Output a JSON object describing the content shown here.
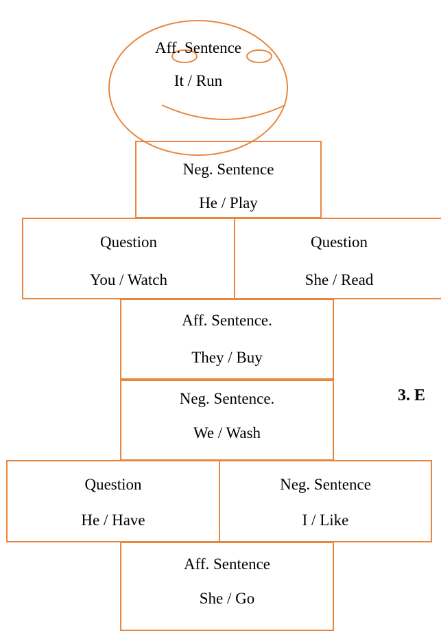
{
  "head": {
    "line1": "Aff. Sentence",
    "line2": "It / Run"
  },
  "neck": {
    "line1": "Neg. Sentence",
    "line2": "He / Play"
  },
  "arm_left": {
    "line1": "Question",
    "line2": "You / Watch"
  },
  "arm_right": {
    "line1": "Question",
    "line2": "She / Read"
  },
  "body_upper": {
    "line1": "Aff. Sentence.",
    "line2": "They / Buy"
  },
  "body_lower": {
    "line1": "Neg. Sentence.",
    "line2": "We / Wash"
  },
  "leg_left": {
    "line1": "Question",
    "line2": "He / Have"
  },
  "leg_right": {
    "line1": "Neg. Sentence",
    "line2": "I / Like"
  },
  "feet": {
    "line1": "Aff. Sentence",
    "line2": "She / Go"
  },
  "side_text": "3.  E",
  "colors": {
    "outline": "#e8863f",
    "text": "#000000",
    "background": "#ffffff"
  }
}
